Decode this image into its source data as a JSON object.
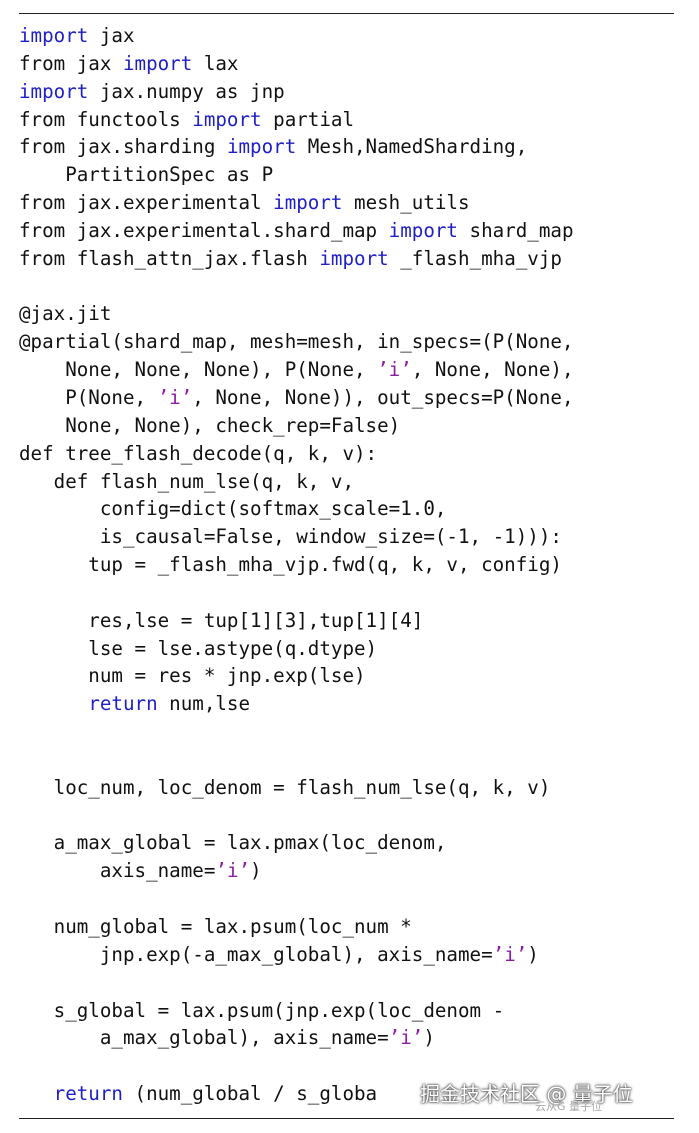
{
  "code_lines": [
    [
      [
        "kw",
        "import"
      ],
      [
        "p",
        " jax"
      ]
    ],
    [
      [
        "p",
        "from jax "
      ],
      [
        "kw",
        "import"
      ],
      [
        "p",
        " lax"
      ]
    ],
    [
      [
        "kw",
        "import"
      ],
      [
        "p",
        " jax.numpy as jnp"
      ]
    ],
    [
      [
        "p",
        "from functools "
      ],
      [
        "kw",
        "import"
      ],
      [
        "p",
        " partial"
      ]
    ],
    [
      [
        "p",
        "from jax.sharding "
      ],
      [
        "kw",
        "import"
      ],
      [
        "p",
        " Mesh,NamedSharding,"
      ]
    ],
    [
      [
        "p",
        "    PartitionSpec as P"
      ]
    ],
    [
      [
        "p",
        "from jax.experimental "
      ],
      [
        "kw",
        "import"
      ],
      [
        "p",
        " mesh_utils"
      ]
    ],
    [
      [
        "p",
        "from jax.experimental.shard_map "
      ],
      [
        "kw",
        "import"
      ],
      [
        "p",
        " shard_map"
      ]
    ],
    [
      [
        "p",
        "from flash_attn_jax.flash "
      ],
      [
        "kw",
        "import"
      ],
      [
        "p",
        " _flash_mha_vjp"
      ]
    ],
    [
      [
        "p",
        ""
      ]
    ],
    [
      [
        "p",
        "@jax.jit"
      ]
    ],
    [
      [
        "p",
        "@partial(shard_map, mesh=mesh, in_specs=(P(None,"
      ]
    ],
    [
      [
        "p",
        "    None, None, None), P(None, "
      ],
      [
        "str",
        "’i’"
      ],
      [
        "p",
        ", None, None),"
      ]
    ],
    [
      [
        "p",
        "    P(None, "
      ],
      [
        "str",
        "’i’"
      ],
      [
        "p",
        ", None, None)), out_specs=P(None,"
      ]
    ],
    [
      [
        "p",
        "    None, None), check_rep=False)"
      ]
    ],
    [
      [
        "p",
        "def tree_flash_decode(q, k, v):"
      ]
    ],
    [
      [
        "p",
        "   def flash_num_lse(q, k, v,"
      ]
    ],
    [
      [
        "p",
        "       config=dict(softmax_scale=1.0,"
      ]
    ],
    [
      [
        "p",
        "       is_causal=False, window_size=(-1, -1))):"
      ]
    ],
    [
      [
        "p",
        "      tup = _flash_mha_vjp.fwd(q, k, v, config)"
      ]
    ],
    [
      [
        "p",
        ""
      ]
    ],
    [
      [
        "p",
        "      res,lse = tup[1][3],tup[1][4]"
      ]
    ],
    [
      [
        "p",
        "      lse = lse.astype(q.dtype)"
      ]
    ],
    [
      [
        "p",
        "      num = res * jnp.exp(lse)"
      ]
    ],
    [
      [
        "p",
        "      "
      ],
      [
        "kw",
        "return"
      ],
      [
        "p",
        " num,lse"
      ]
    ],
    [
      [
        "p",
        ""
      ]
    ],
    [
      [
        "p",
        ""
      ]
    ],
    [
      [
        "p",
        "   loc_num, loc_denom = flash_num_lse(q, k, v)"
      ]
    ],
    [
      [
        "p",
        ""
      ]
    ],
    [
      [
        "p",
        "   a_max_global = lax.pmax(loc_denom,"
      ]
    ],
    [
      [
        "p",
        "       axis_name="
      ],
      [
        "str",
        "’i’"
      ],
      [
        "p",
        ")"
      ]
    ],
    [
      [
        "p",
        ""
      ]
    ],
    [
      [
        "p",
        "   num_global = lax.psum(loc_num *"
      ]
    ],
    [
      [
        "p",
        "       jnp.exp(-a_max_global), axis_name="
      ],
      [
        "str",
        "’i’"
      ],
      [
        "p",
        ")"
      ]
    ],
    [
      [
        "p",
        ""
      ]
    ],
    [
      [
        "p",
        "   s_global = lax.psum(jnp.exp(loc_denom -"
      ]
    ],
    [
      [
        "p",
        "       a_max_global), axis_name="
      ],
      [
        "str",
        "’i’"
      ],
      [
        "p",
        ")"
      ]
    ],
    [
      [
        "p",
        ""
      ]
    ],
    [
      [
        "p",
        "   "
      ],
      [
        "kw",
        "return"
      ],
      [
        "p",
        " (num_global / s_globa"
      ]
    ]
  ],
  "watermark": {
    "main": "掘金技术社区 @ 量子位",
    "sub": "云从G 量子位"
  },
  "colors": {
    "keyword": "#1f1fc8",
    "string": "#8b1fa3",
    "text": "#111111"
  }
}
